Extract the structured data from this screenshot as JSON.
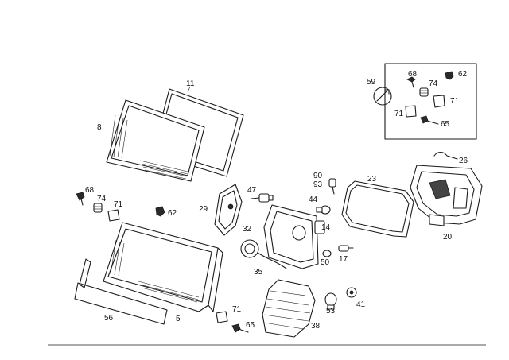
{
  "diagram": {
    "callouts": {
      "c11": "11",
      "c8": "8",
      "c59": "59",
      "c68a": "68",
      "c74a": "74",
      "c62a": "62",
      "c71a": "71",
      "c71b": "71",
      "c65a": "65",
      "c26": "26",
      "c23": "23",
      "c90": "90",
      "c93": "93",
      "c47": "47",
      "c44": "44",
      "c68b": "68",
      "c74b": "74",
      "c71c": "71",
      "c62b": "62",
      "c29": "29",
      "c32": "32",
      "c14": "14",
      "c20": "20",
      "c50": "50",
      "c17": "17",
      "c35": "35",
      "c56": "56",
      "c5": "5",
      "c71d": "71",
      "c65b": "65",
      "c53": "53",
      "c41": "41",
      "c38": "38"
    }
  }
}
